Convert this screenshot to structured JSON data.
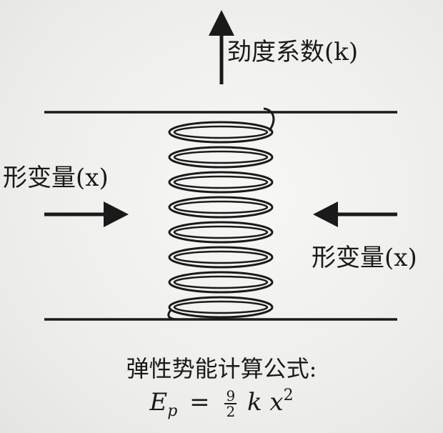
{
  "labels": {
    "stiffness": "劲度系数(k)",
    "deformation_left": "形变量(x)",
    "deformation_right": "形变量(x)"
  },
  "formula": {
    "title": "弹性势能计算公式:",
    "lhs_symbol": "E",
    "lhs_subscript": "p",
    "equals": "=",
    "fraction_numerator": "9",
    "fraction_denominator": "2",
    "factor_k": "k",
    "factor_x": "x",
    "exponent": "2"
  },
  "spring": {
    "turns": 8,
    "color": "#1a1a1a"
  },
  "icons": {
    "up_arrow": "arrow-up-icon",
    "right_arrow": "arrow-right-icon",
    "left_arrow": "arrow-left-icon"
  }
}
